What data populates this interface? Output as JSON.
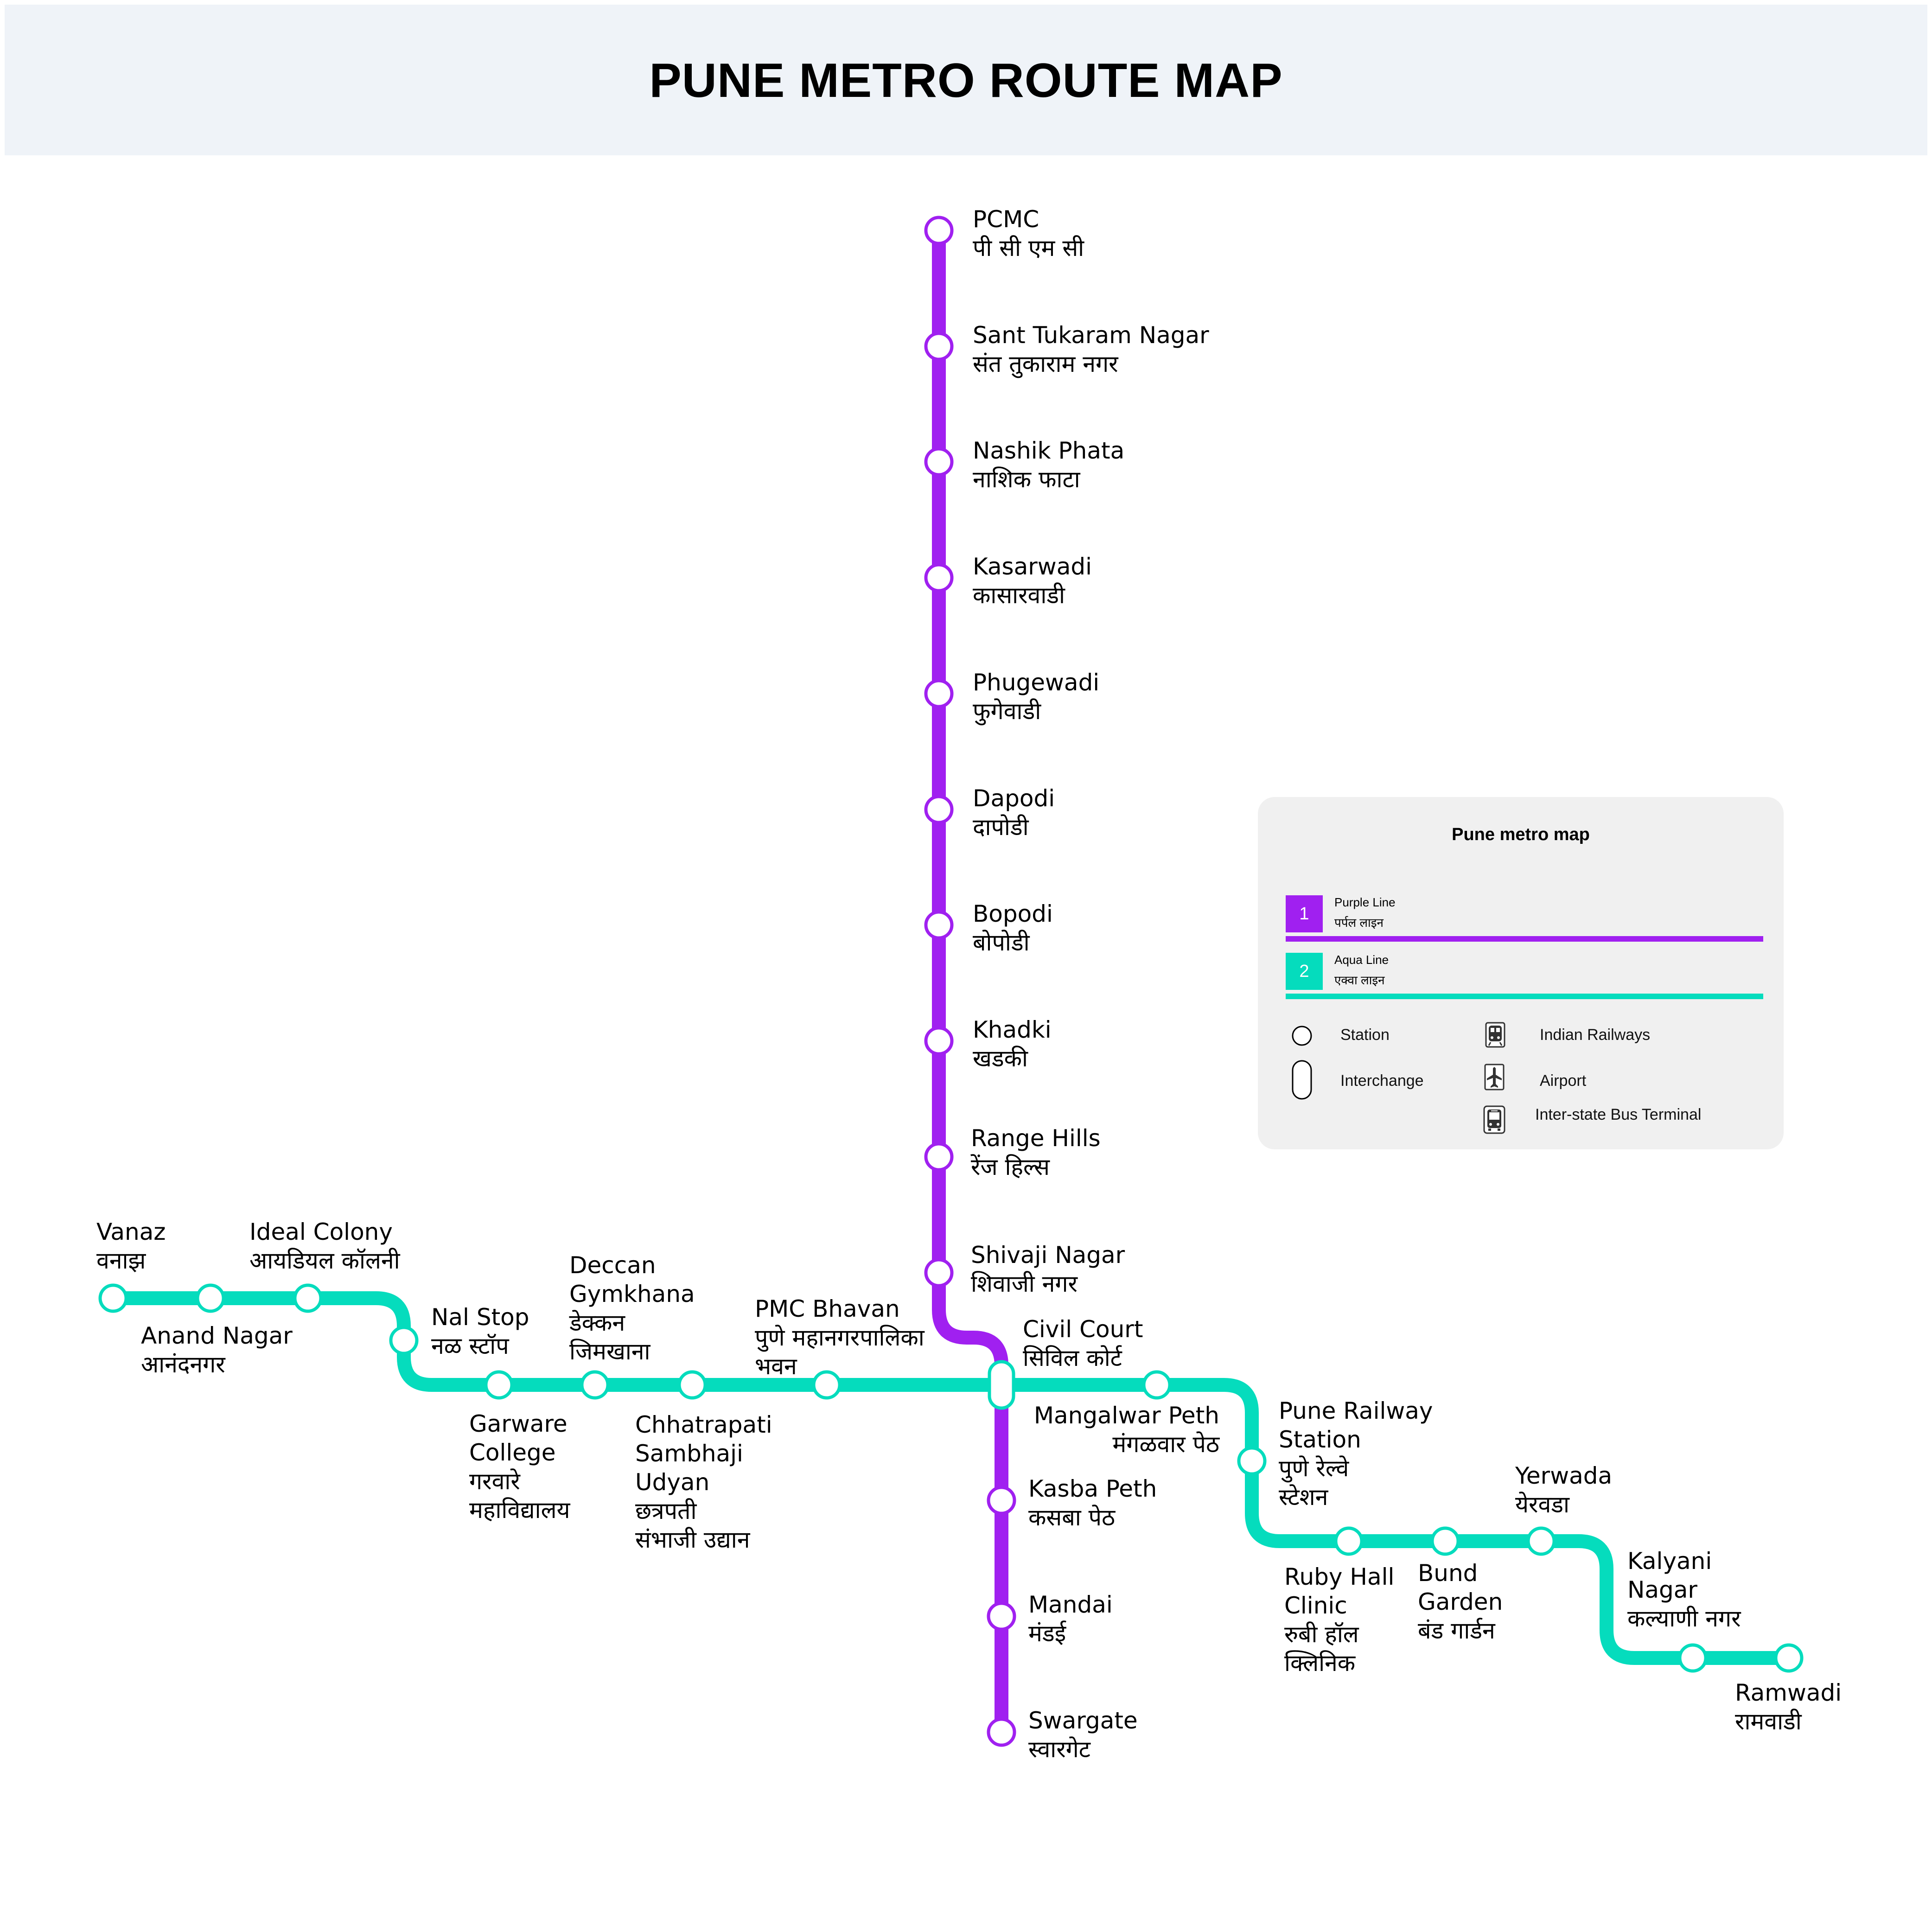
{
  "header": {
    "title": "PUNE METRO ROUTE MAP"
  },
  "colors": {
    "purple": "#a020f0",
    "aqua": "#05dcbd",
    "header_bg": "#eff3f8",
    "legend_bg": "#f0f0f0"
  },
  "lines": {
    "purple": {
      "number": "1",
      "name_en": "Purple Line",
      "name_mr": "पर्पल लाइन",
      "stations": [
        {
          "en": "PCMC",
          "mr": "पी सी एम सी"
        },
        {
          "en": "Sant Tukaram Nagar",
          "mr": "संत तुकाराम नगर"
        },
        {
          "en": "Nashik Phata",
          "mr": "नाशिक फाटा"
        },
        {
          "en": "Kasarwadi",
          "mr": "कासारवाडी"
        },
        {
          "en": "Phugewadi",
          "mr": "फुगेवाडी"
        },
        {
          "en": "Dapodi",
          "mr": "दापोडी"
        },
        {
          "en": "Bopodi",
          "mr": "बोपोडी"
        },
        {
          "en": "Khadki",
          "mr": "खडकी"
        },
        {
          "en": "Range Hills",
          "mr": "रेंज हिल्स"
        },
        {
          "en": "Shivaji Nagar",
          "mr": "शिवाजी नगर"
        },
        {
          "en": "Civil Court",
          "mr": "सिविल कोर्ट",
          "interchange": true
        },
        {
          "en": "Kasba Peth",
          "mr": "कसबा पेठ"
        },
        {
          "en": "Mandai",
          "mr": "मंडई"
        },
        {
          "en": "Swargate",
          "mr": "स्वारगेट"
        }
      ]
    },
    "aqua": {
      "number": "2",
      "name_en": "Aqua Line",
      "name_mr": "एक्वा लाइन",
      "stations": [
        {
          "en": "Vanaz",
          "mr": "वनाझ"
        },
        {
          "en": "Anand Nagar",
          "mr": "आनंदनगर"
        },
        {
          "en": "Ideal Colony",
          "mr": "आयडियल कॉलनी"
        },
        {
          "en": "Nal Stop",
          "mr": "नळ स्टॉप"
        },
        {
          "en": "Garware College",
          "mr": "गरवारे महाविद्यालय",
          "en_lines": [
            "Garware",
            "College"
          ],
          "mr_lines": [
            "गरवारे",
            "महाविद्यालय"
          ]
        },
        {
          "en": "Deccan Gymkhana",
          "mr": "डेक्कन जिमखाना",
          "en_lines": [
            "Deccan",
            "Gymkhana"
          ],
          "mr_lines": [
            "डेक्कन",
            "जिमखाना"
          ]
        },
        {
          "en": "Chhatrapati Sambhaji Udyan",
          "mr": "छत्रपती संभाजी उद्यान",
          "en_lines": [
            "Chhatrapati",
            "Sambhaji",
            "Udyan"
          ],
          "mr_lines": [
            "छत्रपती",
            "संभाजी उद्यान"
          ]
        },
        {
          "en": "PMC Bhavan",
          "mr": "पुणे महानगरपालिका भवन",
          "mr_lines": [
            "पुणे महानगरपालिका",
            "भवन"
          ]
        },
        {
          "en": "Civil Court",
          "mr": "सिविल कोर्ट",
          "interchange": true
        },
        {
          "en": "Mangalwar Peth",
          "mr": "मंगळवार पेठ"
        },
        {
          "en": "Pune Railway Station",
          "mr": "पुणे रेल्वे स्टेशन",
          "en_lines": [
            "Pune Railway",
            "Station"
          ],
          "mr_lines": [
            "पुणे रेल्वे",
            "स्टेशन"
          ]
        },
        {
          "en": "Ruby Hall Clinic",
          "mr": "रुबी हॉल क्लिनिक",
          "en_lines": [
            "Ruby Hall",
            "Clinic"
          ],
          "mr_lines": [
            "रुबी हॉल",
            "क्लिनिक"
          ]
        },
        {
          "en": "Bund Garden",
          "mr": "बंड गार्डन",
          "en_lines": [
            "Bund",
            "Garden"
          ]
        },
        {
          "en": "Yerwada",
          "mr": "येरवडा"
        },
        {
          "en": "Kalyani Nagar",
          "mr": "कल्याणी नगर",
          "en_lines": [
            "Kalyani",
            "Nagar"
          ]
        },
        {
          "en": "Ramwadi",
          "mr": "रामवाडी"
        }
      ]
    }
  },
  "legend": {
    "title": "Pune metro map",
    "symbols": [
      {
        "icon": "station-icon",
        "label": "Station"
      },
      {
        "icon": "interchange-icon",
        "label": "Interchange"
      },
      {
        "icon": "railway-icon",
        "label": "Indian Railways"
      },
      {
        "icon": "airport-icon",
        "label": "Airport"
      },
      {
        "icon": "bus-terminal-icon",
        "label": "Inter-state Bus Terminal"
      }
    ]
  }
}
